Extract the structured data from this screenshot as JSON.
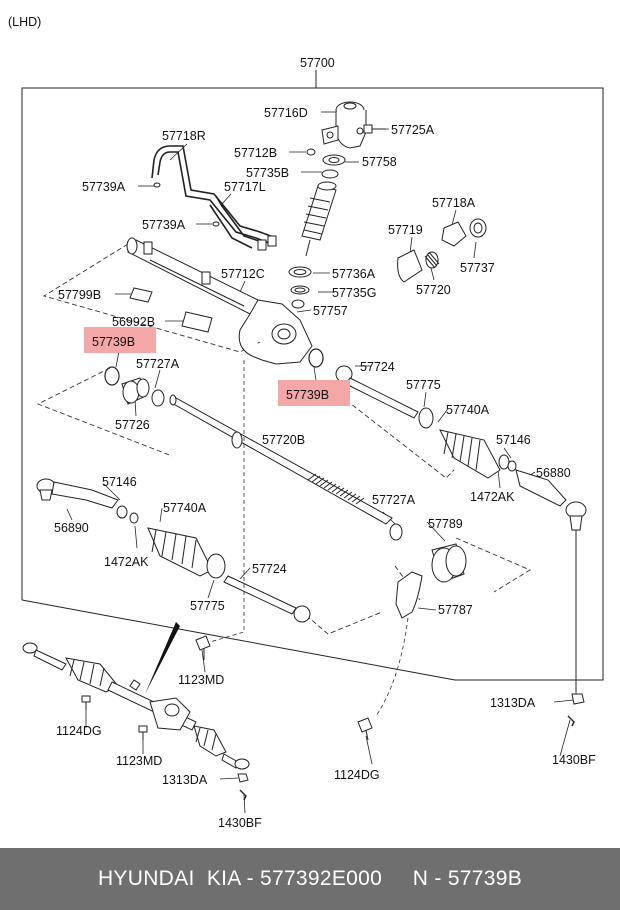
{
  "diagram": {
    "variant_label": "(LHD)",
    "assembly_number": "57700",
    "highlight_color": "#f3a7a7",
    "parts": [
      {
        "id": "p57716D",
        "label": "57716D"
      },
      {
        "id": "p57725A",
        "label": "57725A"
      },
      {
        "id": "p57718R",
        "label": "57718R"
      },
      {
        "id": "p57712B",
        "label": "57712B"
      },
      {
        "id": "p57758",
        "label": "57758"
      },
      {
        "id": "p57735B",
        "label": "57735B"
      },
      {
        "id": "p57739A_1",
        "label": "57739A"
      },
      {
        "id": "p57717L",
        "label": "57717L"
      },
      {
        "id": "p57718A",
        "label": "57718A"
      },
      {
        "id": "p57739A_2",
        "label": "57739A"
      },
      {
        "id": "p57719",
        "label": "57719"
      },
      {
        "id": "p57737",
        "label": "57737"
      },
      {
        "id": "p57712C",
        "label": "57712C"
      },
      {
        "id": "p57736A",
        "label": "57736A"
      },
      {
        "id": "p57735G",
        "label": "57735G"
      },
      {
        "id": "p57720",
        "label": "57720"
      },
      {
        "id": "p57799B",
        "label": "57799B"
      },
      {
        "id": "p57757",
        "label": "57757"
      },
      {
        "id": "p56992B",
        "label": "56992B"
      },
      {
        "id": "p57739B_1",
        "label": "57739B",
        "highlighted": true
      },
      {
        "id": "p57727A_1",
        "label": "57727A"
      },
      {
        "id": "p57724_1",
        "label": "57724"
      },
      {
        "id": "p57739B_2",
        "label": "57739B",
        "highlighted": true
      },
      {
        "id": "p57775_1",
        "label": "57775"
      },
      {
        "id": "p57740A_1",
        "label": "57740A"
      },
      {
        "id": "p57726",
        "label": "57726"
      },
      {
        "id": "p57720B",
        "label": "57720B"
      },
      {
        "id": "p57146_1",
        "label": "57146"
      },
      {
        "id": "p56880",
        "label": "56880"
      },
      {
        "id": "p1472AK_1",
        "label": "1472AK"
      },
      {
        "id": "p57146_2",
        "label": "57146"
      },
      {
        "id": "p56890",
        "label": "56890"
      },
      {
        "id": "p57740A_2",
        "label": "57740A"
      },
      {
        "id": "p57727A_2",
        "label": "57727A"
      },
      {
        "id": "p1472AK_2",
        "label": "1472AK"
      },
      {
        "id": "p57789",
        "label": "57789"
      },
      {
        "id": "p57724_2",
        "label": "57724"
      },
      {
        "id": "p57775_2",
        "label": "57775"
      },
      {
        "id": "p57787",
        "label": "57787"
      },
      {
        "id": "p1123MD_1",
        "label": "1123MD"
      },
      {
        "id": "p1313DA_1",
        "label": "1313DA"
      },
      {
        "id": "p1124DG_1",
        "label": "1124DG"
      },
      {
        "id": "p1430BF_1",
        "label": "1430BF"
      },
      {
        "id": "p1123MD_2",
        "label": "1123MD"
      },
      {
        "id": "p1124DG_2",
        "label": "1124DG"
      },
      {
        "id": "p1313DA_2",
        "label": "1313DA"
      },
      {
        "id": "p1430BF_2",
        "label": "1430BF"
      }
    ]
  },
  "footer": {
    "text": "HYUNDAI  KIA - 577392E000     N - 57739B"
  }
}
